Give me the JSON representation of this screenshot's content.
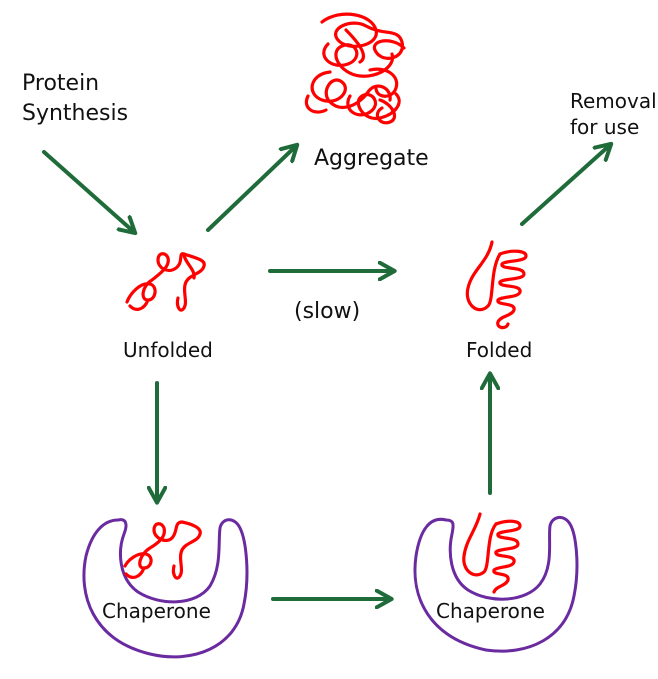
{
  "labels": {
    "protein_synthesis_line1": "Protein",
    "protein_synthesis_line2": "Synthesis",
    "aggregate": "Aggregate",
    "removal_line1": "Removal",
    "removal_line2": "for use",
    "slow": "(slow)",
    "unfolded": "Unfolded",
    "folded": "Folded",
    "chaperone_left": "Chaperone",
    "chaperone_right": "Chaperone"
  },
  "colors": {
    "arrow": "#1f6b3a",
    "protein": "#ff0000",
    "chaperone": "#6a2aa0",
    "text": "#111111"
  }
}
